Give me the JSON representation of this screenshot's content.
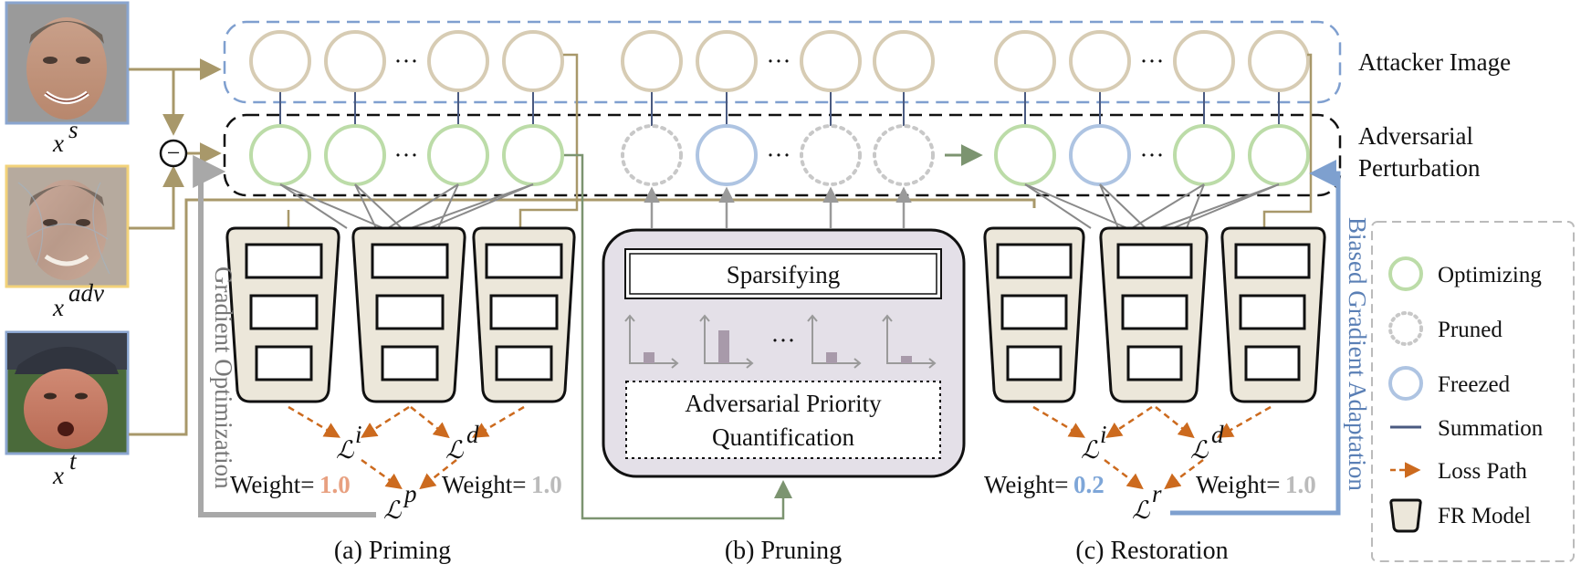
{
  "faces": {
    "source_label": "x",
    "source_sup": "s",
    "adv_label": "x",
    "adv_sup": "adv",
    "target_label": "x",
    "target_sup": "t"
  },
  "rows": {
    "attacker": "Attacker Image",
    "perturb_line1": "Adversarial",
    "perturb_line2": "Perturbation"
  },
  "dots": "···",
  "minus_sign": "−",
  "side_labels": {
    "gradient_optimization": "Gradient Optimization",
    "biased_gradient": "Biased Gradient Adaptation"
  },
  "pruning": {
    "sparsifying": "Sparsifying",
    "apq_line1": "Adversarial Priority",
    "apq_line2": "Quantification"
  },
  "losses": {
    "L": "ℒ",
    "i": "i",
    "d": "d",
    "p": "p",
    "r": "r",
    "weight_prefix": "Weight=",
    "priming_wi": "1.0",
    "priming_wd": "1.0",
    "restoration_wi": "0.2",
    "restoration_wd": "1.0"
  },
  "captions": {
    "a": "(a) Priming",
    "b": "(b) Pruning",
    "c": "(c) Restoration"
  },
  "legend": {
    "optimizing": "Optimizing",
    "pruned": "Pruned",
    "freezed": "Freezed",
    "summation": "Summation",
    "loss_path": "Loss Path",
    "fr_model": "FR Model"
  },
  "colors": {
    "attacker_circle": "#d7ccb4",
    "optimizing": "#bcdca8",
    "freezed": "#aec4e2",
    "pruned": "#c8c8c8",
    "loss_arrow": "#cc6a1e",
    "model_fill": "#ece7da",
    "olive_line": "#a8986a",
    "green_arrow": "#7c9470",
    "blue_path": "#7ea0cf",
    "gray_path": "#a8a8a8",
    "weight_orange": "#e8a080",
    "weight_blue": "#7ea6d8",
    "weight_gray": "#bbbbbb",
    "dashed_blue": "#7f9fcf"
  }
}
